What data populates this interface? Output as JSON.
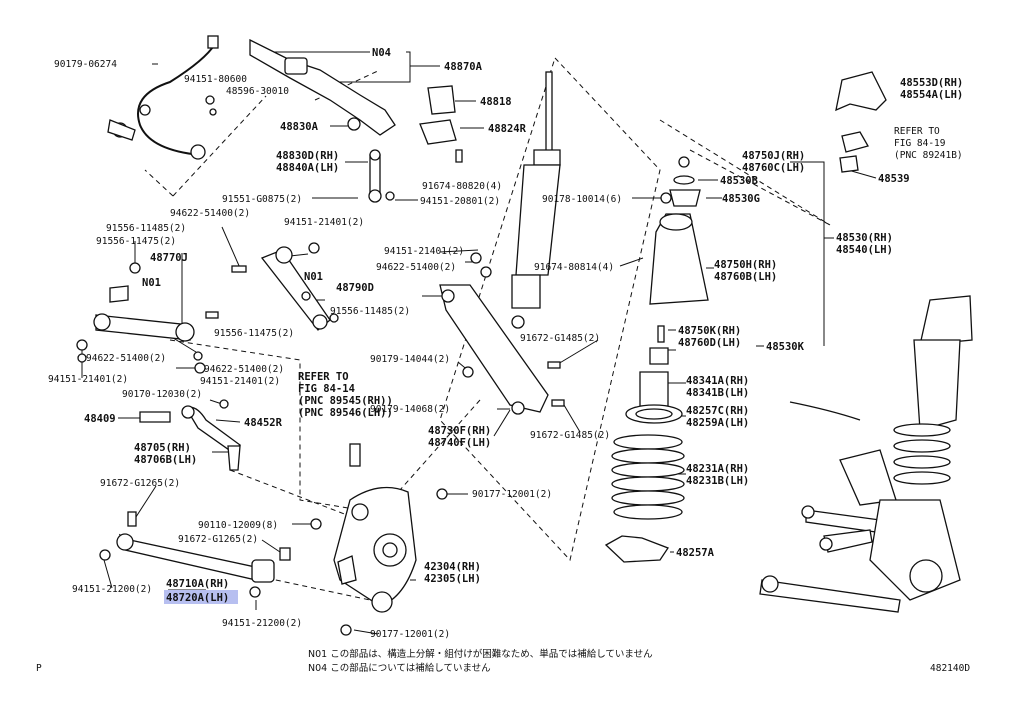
{
  "labels": {
    "l_90179_06274": "90179-06274",
    "l_94151_80600": "94151-80600",
    "l_48596_30010": "48596-30010",
    "l_N04": "N04",
    "l_48870A": "48870A",
    "l_48818": "48818",
    "l_48830A": "48830A",
    "l_48824R": "48824R",
    "l_48830D": "48830D(RH)",
    "l_48840A": "48840A(LH)",
    "l_91674_80820": "91674-80820(4)",
    "l_91551_G0875": "91551-G0875(2)",
    "l_94151_20801": "94151-20801(2)",
    "l_94622_51400_a": "94622-51400(2)",
    "l_91556_11485_a": "91556-11485(2)",
    "l_91556_11475_a": "91556-11475(2)",
    "l_94151_21401_a": "94151-21401(2)",
    "l_48770J": "48770J",
    "l_N01_a": "N01",
    "l_N01_b": "N01",
    "l_48790D": "48790D",
    "l_91556_11485_b": "91556-11485(2)",
    "l_91556_11475_b": "91556-11475(2)",
    "l_94151_21401_b": "94151-21401(2)",
    "l_94622_51400_b": "94622-51400(2)",
    "l_91674_80814": "91674-80814(4)",
    "l_90178_10014": "90178-10014(6)",
    "l_48530G": "48530G",
    "l_48553D": "48553D(RH)",
    "l_48554A": "48554A(LH)",
    "l_refer_1": "REFER TO",
    "l_refer_1b": "FIG 84-19",
    "l_refer_1c": "(PNC 89241B)",
    "l_48539": "48539",
    "l_48750J": "48750J(RH)",
    "l_48760C": "48760C(LH)",
    "l_48530B": "48530B",
    "l_48530RH": "48530(RH)",
    "l_48540LH": "48540(LH)",
    "l_48750H": "48750H(RH)",
    "l_48760B": "48760B(LH)",
    "l_48750K": "48750K(RH)",
    "l_48760D": "48760D(LH)",
    "l_48530K": "48530K",
    "l_94622_51400_c": "94622-51400(2)",
    "l_94622_51400_d": "94622-51400(2)",
    "l_94151_21401_c": "94151-21401(2)",
    "l_94151_21401_d": "94151-21401(2)",
    "l_refer_2": "REFER TO",
    "l_refer_2b": "FIG 84-14",
    "l_refer_2c": "(PNC 89545(RH))",
    "l_refer_2d": "(PNC 89546(LH))",
    "l_90179_14044": "90179-14044(2)",
    "l_91672_G1485_a": "91672-G1485(2)",
    "l_90170_12030": "90170-12030(2)",
    "l_48409": "48409",
    "l_48452R": "48452R",
    "l_90179_14068": "90179-14068(2)",
    "l_48730F": "48730F(RH)",
    "l_48740F": "48740F(LH)",
    "l_91672_G1485_b": "91672-G1485(2)",
    "l_48705": "48705(RH)",
    "l_48706B": "48706B(LH)",
    "l_48341A": "48341A(RH)",
    "l_48341B": "48341B(LH)",
    "l_48257C": "48257C(RH)",
    "l_48259A": "48259A(LH)",
    "l_48231A": "48231A(RH)",
    "l_48231B": "48231B(LH)",
    "l_91672_G1265_a": "91672-G1265(2)",
    "l_90177_12001_a": "90177-12001(2)",
    "l_90110_12009": "90110-12009(8)",
    "l_91672_G1265_b": "91672-G1265(2)",
    "l_48257A": "48257A",
    "l_42304": "42304(RH)",
    "l_42305": "42305(LH)",
    "l_94151_21200_a": "94151-21200(2)",
    "l_48710A": "48710A(RH)",
    "l_48720A": "48720A(LH)",
    "l_94151_21200_b": "94151-21200(2)",
    "l_90177_12001_b": "90177-12001(2)"
  },
  "notes": {
    "n01": "N01 この部品は、構造上分解・組付けが困難なため、単品では補給していません",
    "n04": "N04 この部品については補給していません"
  },
  "footer": {
    "page_marker": "P",
    "figure_id": "482140D"
  },
  "highlight": {
    "part": "48720A(LH)",
    "color": "#b7bff0"
  }
}
